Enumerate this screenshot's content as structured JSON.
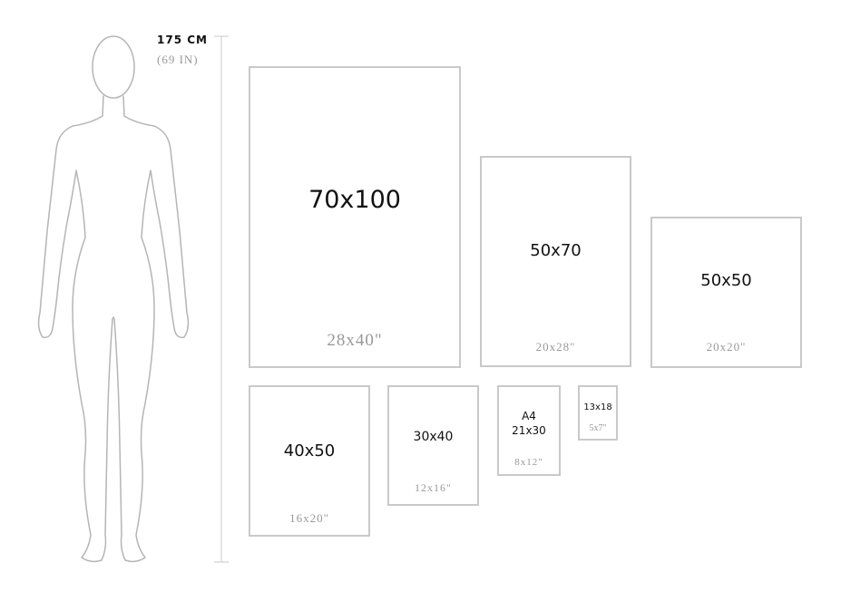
{
  "height": {
    "cm": "175 CM",
    "in": "(69 IN)"
  },
  "sizes": [
    {
      "label": "70x100",
      "inches": "28x40\""
    },
    {
      "label": "50x70",
      "inches": "20x28\""
    },
    {
      "label": "50x50",
      "inches": "20x20\""
    },
    {
      "label": "40x50",
      "inches": "16x20\""
    },
    {
      "label": "30x40",
      "inches": "12x16\""
    },
    {
      "label": "A4",
      "label2": "21x30",
      "inches": "8x12\""
    },
    {
      "label": "13x18",
      "inches": "5x7\""
    }
  ],
  "colors": {
    "frame": "#c9c9c9",
    "figure": "#b5b5b5",
    "inches_text": "#999999"
  }
}
